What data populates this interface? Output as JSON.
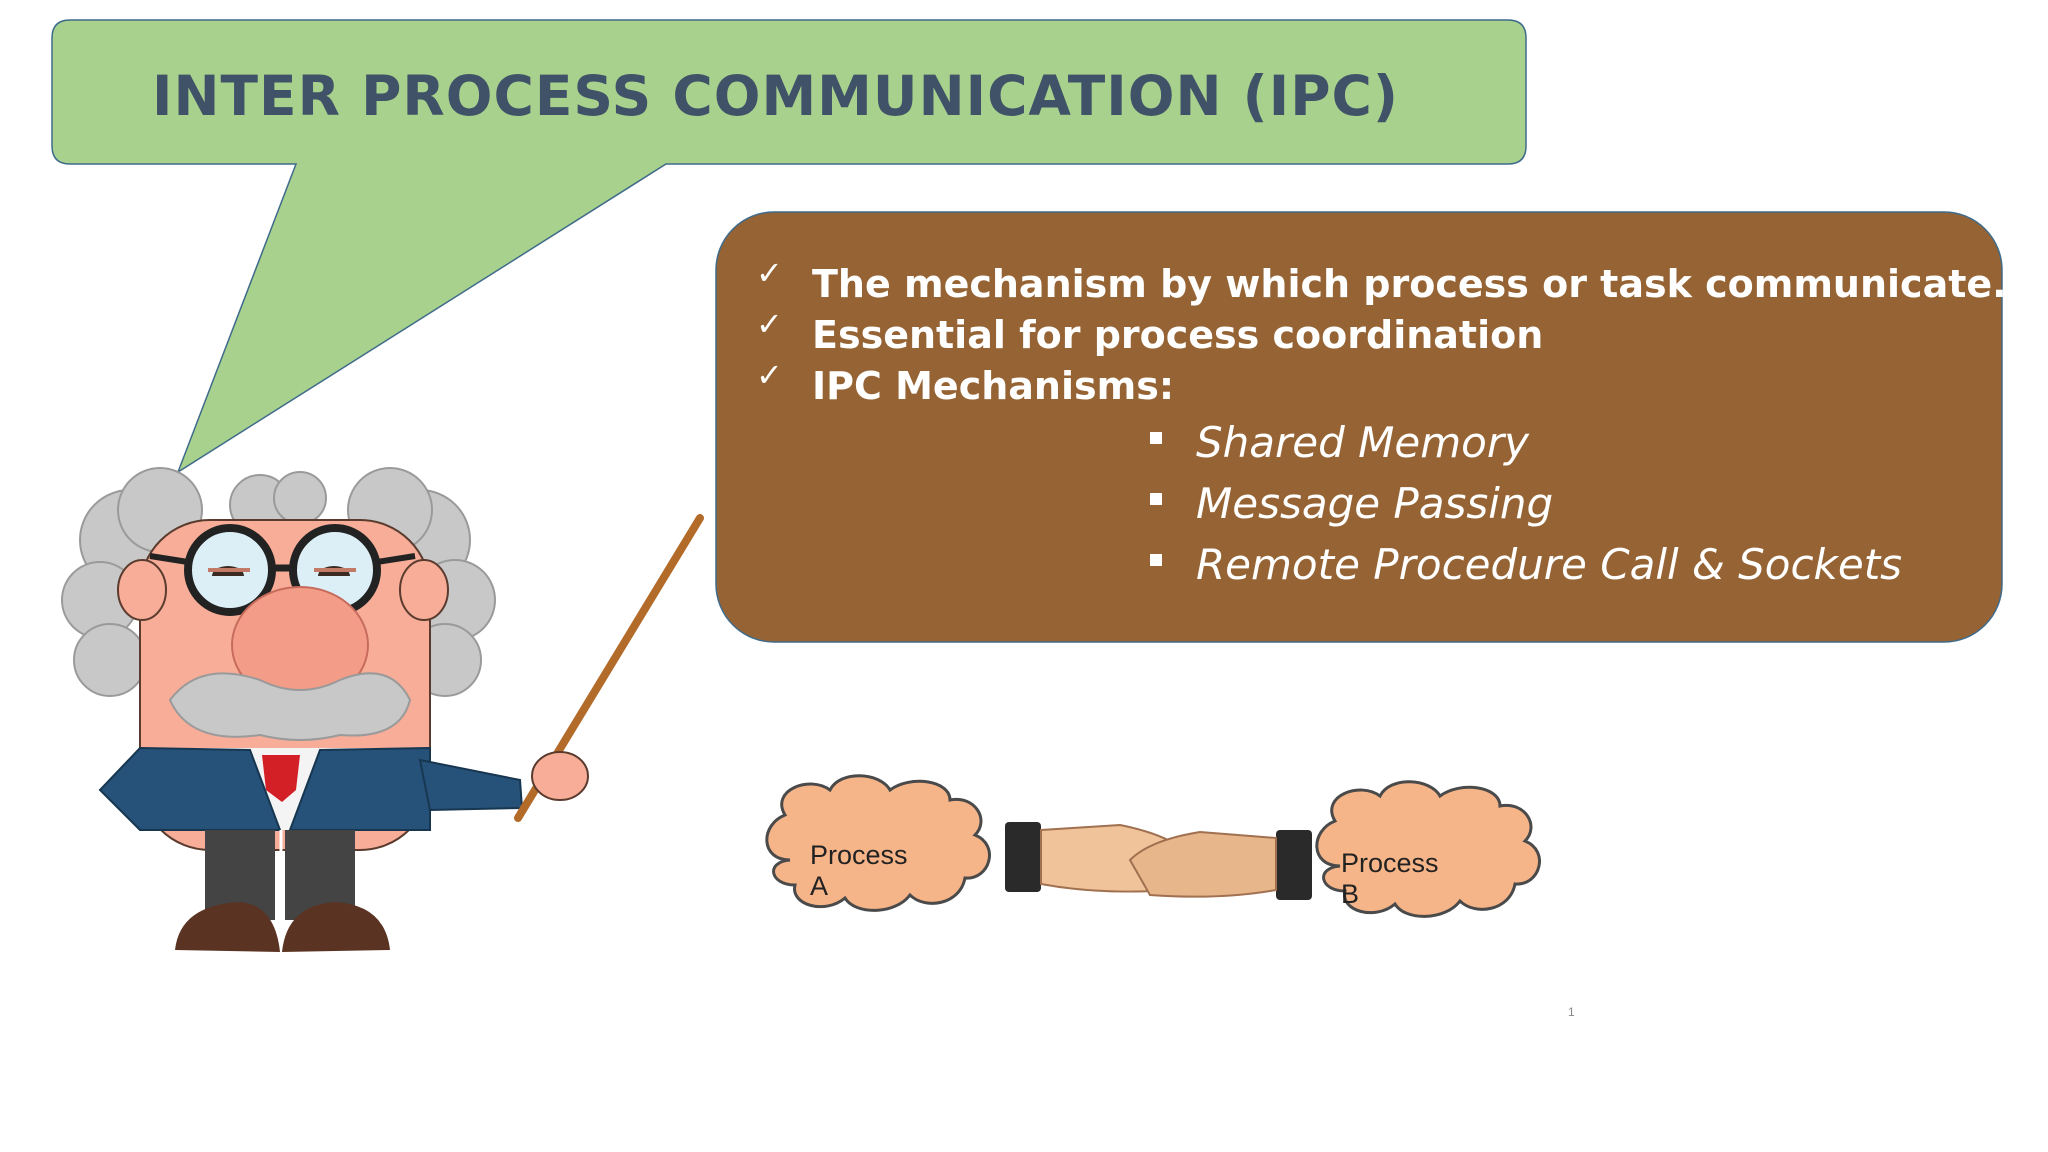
{
  "slide": {
    "title": "INTER PROCESS COMMUNICATION (IPC)",
    "points": [
      {
        "text": "The mechanism by which process or task communicate."
      },
      {
        "text": "Essential for process coordination"
      },
      {
        "text": "IPC Mechanisms:"
      }
    ],
    "mechanisms": [
      "Shared Memory",
      "Message Passing",
      "Remote Procedure Call & Sockets"
    ],
    "check_symbol": "✓",
    "diagram": {
      "process_a_line1": "Process",
      "process_a_line2": "A",
      "process_b_line1": "Process",
      "process_b_line2": "B"
    },
    "page_number": "1"
  },
  "colors": {
    "title_callout": "#a9d18e",
    "title_text": "#3f5267",
    "content_box": "#966434",
    "cloud": "#f6b489",
    "suit": "#26527a",
    "tie": "#d32027"
  },
  "icons": [
    "professor-illustration",
    "pointer-stick",
    "handshake-illustration",
    "cloud-shape"
  ]
}
